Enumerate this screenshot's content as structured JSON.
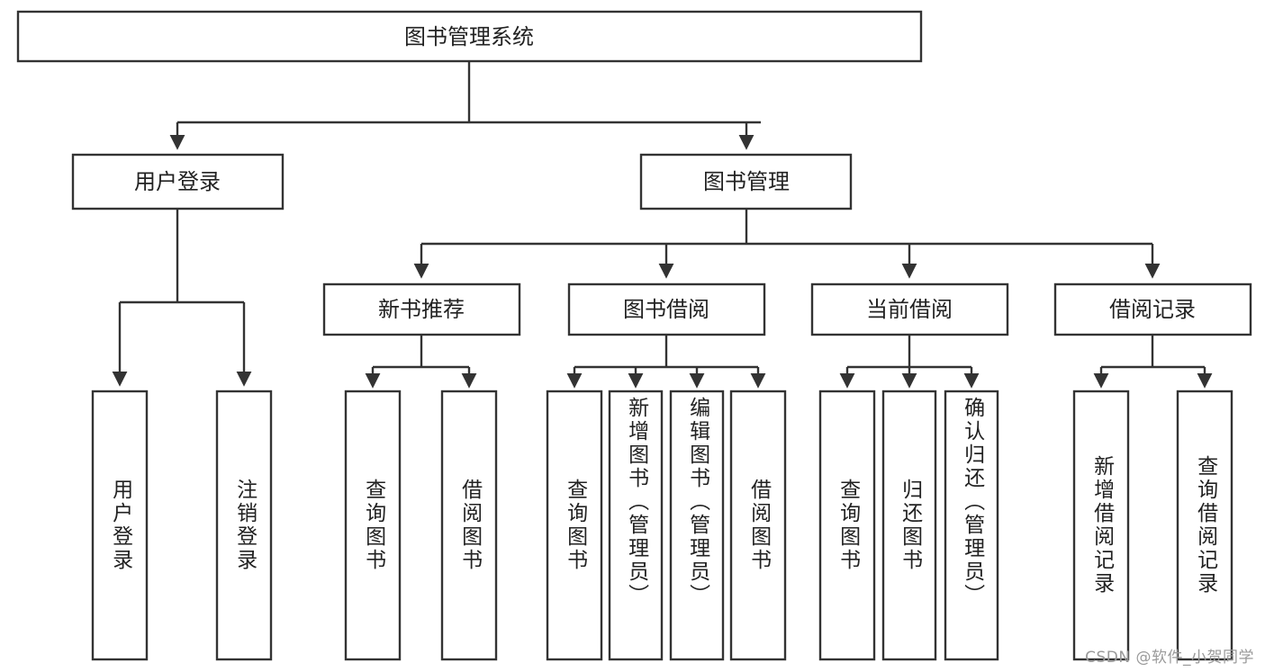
{
  "diagram": {
    "type": "tree-hierarchy",
    "title": "图书管理系统",
    "root": {
      "id": "root",
      "label": "图书管理系统"
    },
    "level1": [
      {
        "id": "user-login",
        "label": "用户登录"
      },
      {
        "id": "book-manage",
        "label": "图书管理"
      }
    ],
    "level2": [
      {
        "id": "new-book-recommend",
        "label": "新书推荐",
        "parent": "book-manage"
      },
      {
        "id": "book-borrow",
        "label": "图书借阅",
        "parent": "book-manage"
      },
      {
        "id": "current-borrow",
        "label": "当前借阅",
        "parent": "book-manage"
      },
      {
        "id": "borrow-record",
        "label": "借阅记录",
        "parent": "book-manage"
      }
    ],
    "leaves": [
      {
        "id": "leaf-user-login",
        "label": "用户登录",
        "parent": "user-login"
      },
      {
        "id": "leaf-logout-login",
        "label": "注销登录",
        "parent": "user-login"
      },
      {
        "id": "leaf-query-book-1",
        "label": "查询图书",
        "parent": "new-book-recommend"
      },
      {
        "id": "leaf-borrow-book-1",
        "label": "借阅图书",
        "parent": "new-book-recommend"
      },
      {
        "id": "leaf-query-book-2",
        "label": "查询图书",
        "parent": "book-borrow"
      },
      {
        "id": "leaf-add-book",
        "label": "新增图书（管理员）",
        "parent": "book-borrow"
      },
      {
        "id": "leaf-edit-book",
        "label": "编辑图书（管理员）",
        "parent": "book-borrow"
      },
      {
        "id": "leaf-borrow-book-2",
        "label": "借阅图书",
        "parent": "book-borrow"
      },
      {
        "id": "leaf-query-book-3",
        "label": "查询图书",
        "parent": "current-borrow"
      },
      {
        "id": "leaf-return-book",
        "label": "归还图书",
        "parent": "current-borrow"
      },
      {
        "id": "leaf-confirm-return",
        "label": "确认归还（管理员）",
        "parent": "current-borrow"
      },
      {
        "id": "leaf-add-record",
        "label": "新增借阅记录",
        "parent": "borrow-record"
      },
      {
        "id": "leaf-query-record",
        "label": "查询借阅记录",
        "parent": "borrow-record"
      }
    ],
    "watermark": "CSDN @软件_小贺同学",
    "colors": {
      "stroke": "#333333",
      "fill": "#ffffff",
      "text": "#222222",
      "watermark": "#9a9a9a",
      "background": "#ffffff"
    }
  }
}
